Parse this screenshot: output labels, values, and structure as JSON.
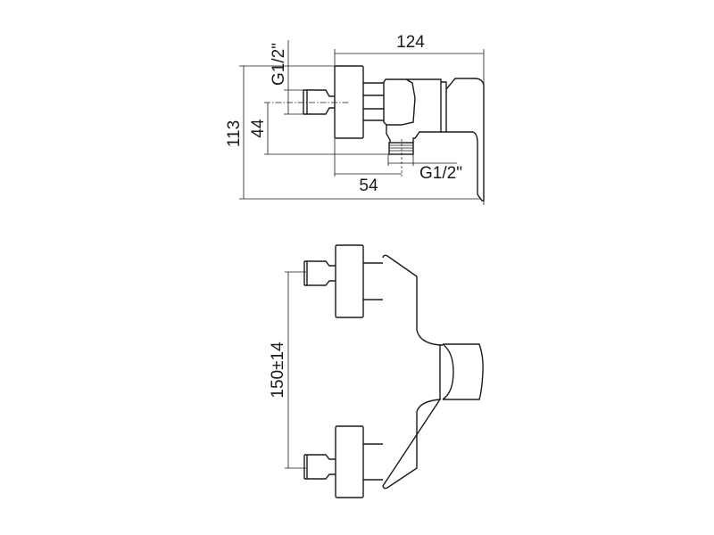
{
  "drawing": {
    "side_view": {
      "overall_width": "124",
      "overall_height": "113",
      "inlet_thread": "G1/2\"",
      "outlet_offset": "44",
      "outlet_thread": "G1/2\"",
      "outlet_distance": "54"
    },
    "front_view": {
      "inlet_spacing": "150±14"
    }
  }
}
